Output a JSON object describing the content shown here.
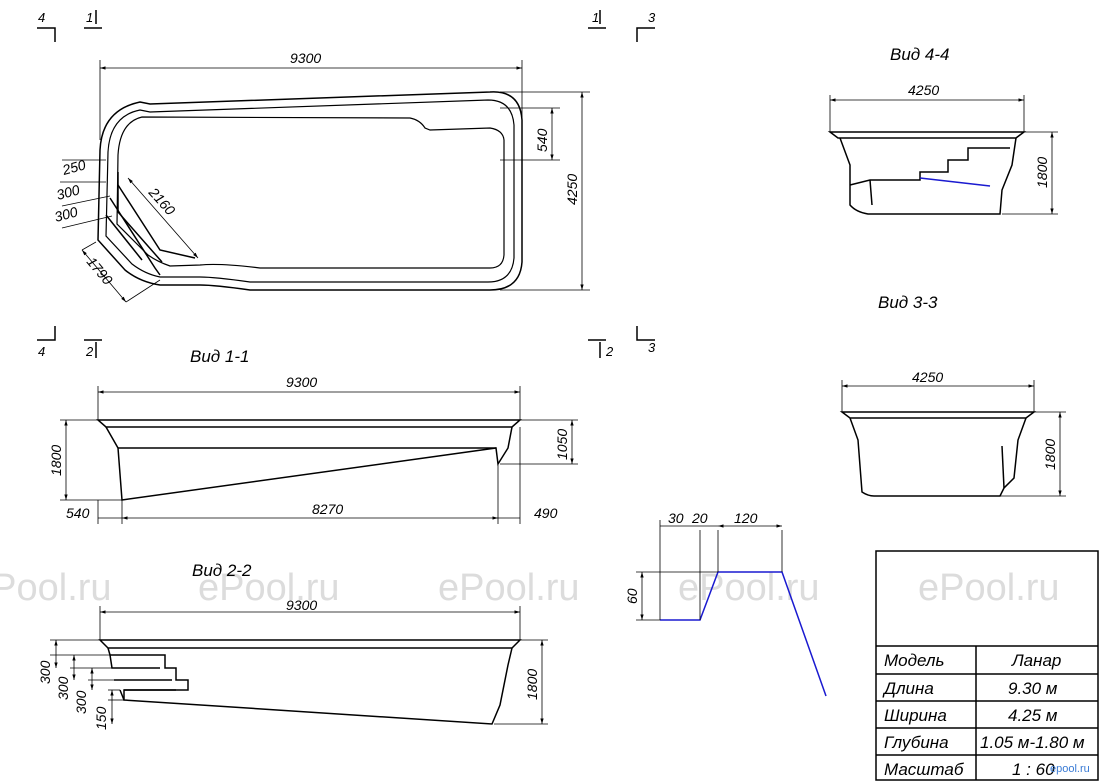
{
  "plan": {
    "length": "9300",
    "width": "4250",
    "step_offset": "540",
    "step_a": "250",
    "step_b": "300",
    "step_c": "300",
    "diagonal": "2160",
    "corner": "1790"
  },
  "view_4_4": {
    "title": "Вид 4-4",
    "width": "4250",
    "depth": "1800"
  },
  "view_3_3": {
    "title": "Вид 3-3",
    "width": "4250",
    "depth": "1800"
  },
  "view_1_1": {
    "title": "Вид 1-1",
    "length": "9300",
    "depth_max": "1800",
    "depth_min": "1050",
    "left_offset": "540",
    "slope_length": "8270",
    "right_offset": "490"
  },
  "view_2_2": {
    "title": "Вид 2-2",
    "length": "9300",
    "depth": "1800",
    "step1": "300",
    "step2": "300",
    "step3": "300",
    "step4": "150"
  },
  "edge_detail": {
    "d1": "30",
    "d2": "20",
    "d3": "120",
    "height": "60"
  },
  "section_marks": {
    "m1": "1",
    "m2": "2",
    "m3": "3",
    "m4": "4"
  },
  "title_block": {
    "rows": [
      {
        "label": "Модель",
        "value": "Ланар"
      },
      {
        "label": "Длина",
        "value": "9.30 м"
      },
      {
        "label": "Ширина",
        "value": "4.25 м"
      },
      {
        "label": "Глубина",
        "value": "1.05 м-1.80 м"
      },
      {
        "label": "Масштаб",
        "value": "1 : 60"
      }
    ]
  },
  "watermark": "ePool.ru",
  "logo": "epool.ru",
  "colors": {
    "line": "#000000",
    "accent": "#1a1ad0",
    "watermark": "#dcdcdc"
  }
}
